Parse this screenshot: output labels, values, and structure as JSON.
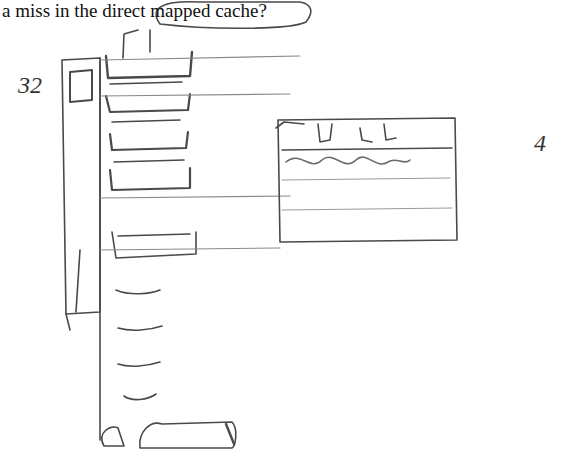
{
  "diagram": {
    "labels": [
      "a miss in the direct mapped cache?",
      "32",
      "4"
    ]
  }
}
